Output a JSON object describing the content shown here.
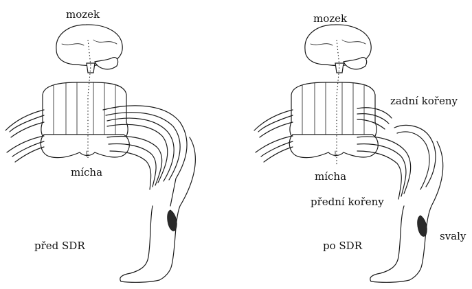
{
  "left_panel": {
    "brain_label": "mozek",
    "spinal_cord_label": "mícha",
    "caption": "před SDR"
  },
  "right_panel": {
    "brain_label": "mozek",
    "dorsal_roots_label": "zadní kořeny",
    "spinal_cord_label": "mícha",
    "ventral_roots_label": "přední kořeny",
    "muscles_label": "svaly",
    "caption": "po SDR"
  }
}
